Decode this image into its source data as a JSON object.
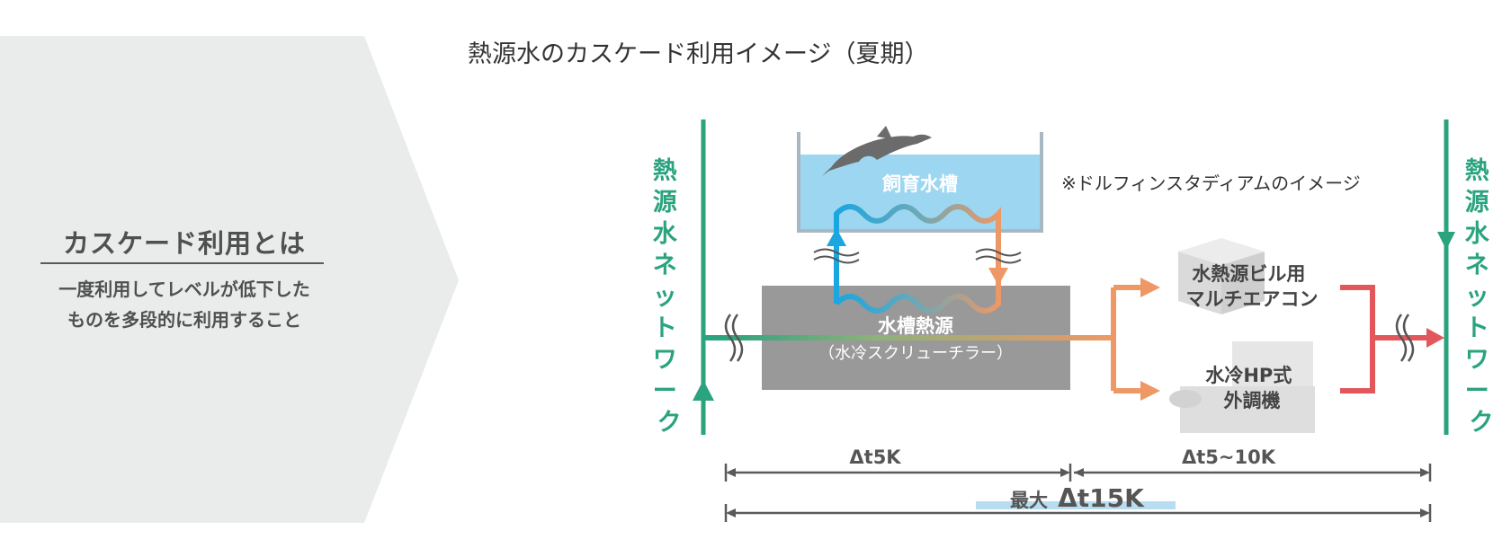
{
  "side_panel": {
    "heading": "カスケード利用とは",
    "description_lines": [
      "一度利用してレベルが低下した",
      "ものを多段的に利用すること"
    ]
  },
  "diagram": {
    "title": "熱源水のカスケード利用イメージ（夏期）",
    "network_label": "熱源水ネットワーク",
    "tank_label": "飼育水槽",
    "note": "※ドルフィンスタディアムのイメージ",
    "chiller_label": "水槽熱源",
    "chiller_sub": "（水冷スクリューチラー）",
    "unit1_lines": [
      "水熱源ビル用",
      "マルチエアコン"
    ],
    "unit2_lines": [
      "水冷HP式",
      "外調機"
    ],
    "delta1": "Δt5K",
    "delta2": "Δt5~10K",
    "delta_total_prefix": "最大",
    "delta_total_value": "Δt15K"
  },
  "colors": {
    "network_green": "#2aa37e",
    "panel_bg": "#e9ecea",
    "chiller_gray": "#999999",
    "water_blue": "#9dd6f1",
    "cold_blue": "#1aa6e0",
    "warm_orange": "#ee9866",
    "hot_red": "#e2575c",
    "measure_gray": "#5a5a5a"
  },
  "icons": [
    "dolphin-icon",
    "wavy-break-icon",
    "arrow-up-icon",
    "arrow-down-icon",
    "arrow-right-icon",
    "ac-unit-icon"
  ]
}
